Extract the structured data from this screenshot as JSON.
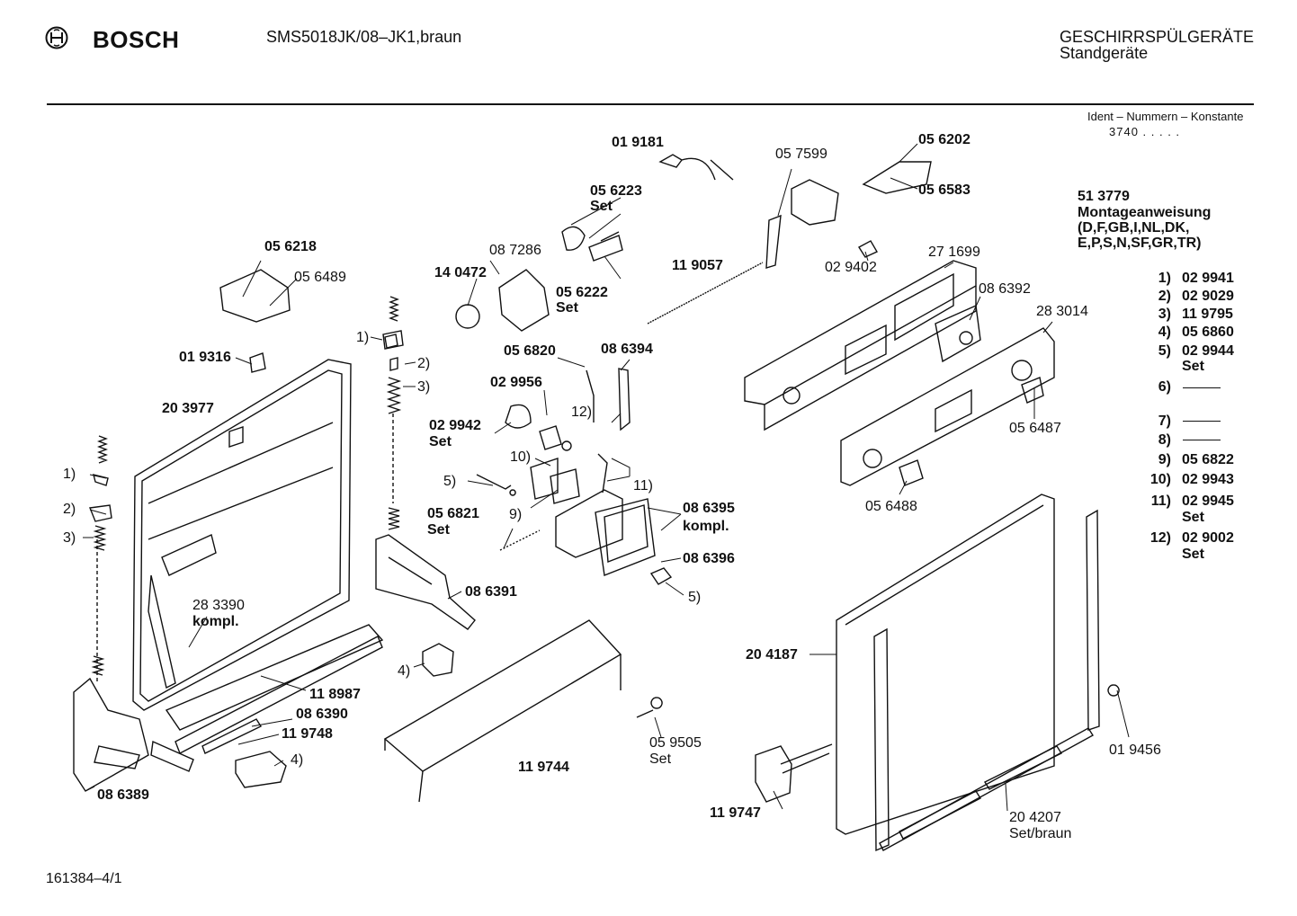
{
  "header": {
    "brand": "BOSCH",
    "model": "SMS5018JK/08–JK1,braun",
    "category": "GESCHIRRSPÜLGERÄTE",
    "subcategory": "Standgeräte",
    "ident_label": "Ident – Nummern – Konstante",
    "ident_value": "3740 . . . . ."
  },
  "manual": {
    "number": "51 3779",
    "title": "Montageanweisung",
    "languages_1": "(D,F,GB,I,NL,DK,",
    "languages_2": "E,P,S,N,SF,GR,TR)"
  },
  "legend": [
    {
      "key": "1)",
      "value": "02 9941"
    },
    {
      "key": "2)",
      "value": "02 9029"
    },
    {
      "key": "3)",
      "value": "11 9795"
    },
    {
      "key": "4)",
      "value": "05 6860"
    },
    {
      "key": "5)",
      "value": "02 9944",
      "note": "Set"
    },
    {
      "key": "6)",
      "value": ""
    },
    {
      "key": "7)",
      "value": ""
    },
    {
      "key": "8)",
      "value": ""
    },
    {
      "key": "9)",
      "value": "05 6822"
    },
    {
      "key": "10)",
      "value": "02 9943"
    },
    {
      "key": "11)",
      "value": "02 9945",
      "note": "Set"
    },
    {
      "key": "12)",
      "value": "02 9002",
      "note": "Set"
    }
  ],
  "parts": {
    "p019181": "01 9181",
    "p056223": "05 6223",
    "p056223_set": "Set",
    "p057599": "05 7599",
    "p056202": "05 6202",
    "p056583": "05 6583",
    "p087286": "08 7286",
    "p140472": "14 0472",
    "p056222": "05 6222",
    "p056222_set": "Set",
    "p119057": "11 9057",
    "p029402": "02 9402",
    "p271699": "27 1699",
    "p086392": "08 6392",
    "p283014": "28 3014",
    "p056218": "05 6218",
    "p056489": "05 6489",
    "p019316": "01 9316",
    "p203977": "20 3977",
    "p056820": "05 6820",
    "p086394": "08 6394",
    "p029956": "02 9956",
    "p029942": "02 9942",
    "p029942_set": "Set",
    "p056487": "05 6487",
    "p056488": "05 6488",
    "p086395": "08 6395",
    "p086395_note": "kompl.",
    "p056821": "05 6821",
    "p056821_set": "Set",
    "p086396": "08 6396",
    "p086391": "08 6391",
    "p283390": "28 3390",
    "p283390_note": "kompl.",
    "p204187": "20 4187",
    "p118987": "11 8987",
    "p086390": "08 6390",
    "p119748": "11 9748",
    "p059505": "05 9505",
    "p059505_set": "Set",
    "p119744": "11 9744",
    "p086389": "08 6389",
    "p119747": "11 9747",
    "p204207": "20 4207",
    "p204207_note": "Set/braun",
    "p019456": "01 9456"
  },
  "callouts": {
    "c1a": "1)",
    "c2a": "2)",
    "c3a": "3)",
    "c1b": "1)",
    "c2b": "2)",
    "c3b": "3)",
    "c4a": "4)",
    "c4b": "4)",
    "c5a": "5)",
    "c5b": "5)",
    "c9": "9)",
    "c10": "10)",
    "c11": "11)",
    "c12": "12)"
  },
  "footer": {
    "doc_number": "161384–4/1"
  }
}
